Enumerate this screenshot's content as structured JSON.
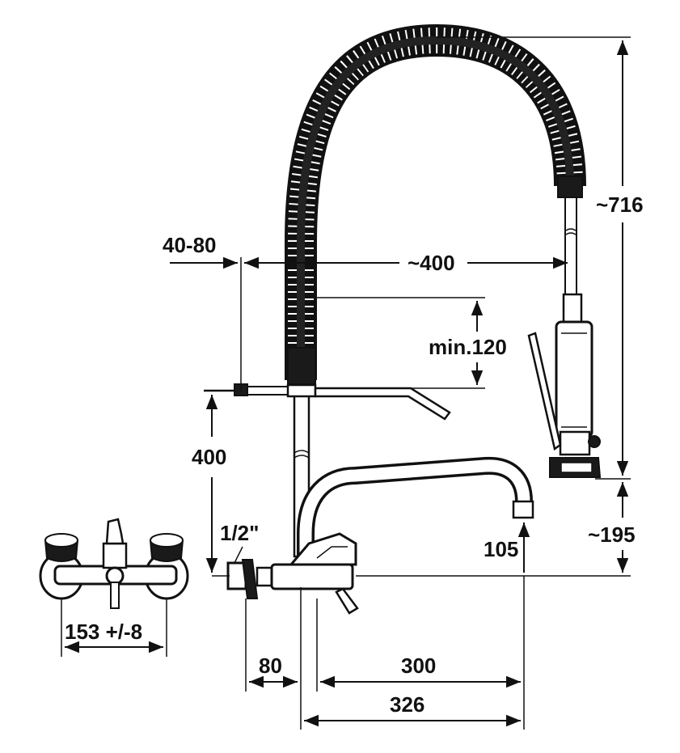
{
  "labels": {
    "height_total": "~716",
    "height_lower": "~195",
    "reach_spray": "~400",
    "wall_adjust": "40-80",
    "min_clearance": "min.120",
    "mount_height": "400",
    "connection": "1/2\"",
    "spout_height": "105",
    "center_distance": "153 +/-8",
    "offset": "80",
    "spout_reach": "300",
    "overall_reach": "326"
  }
}
